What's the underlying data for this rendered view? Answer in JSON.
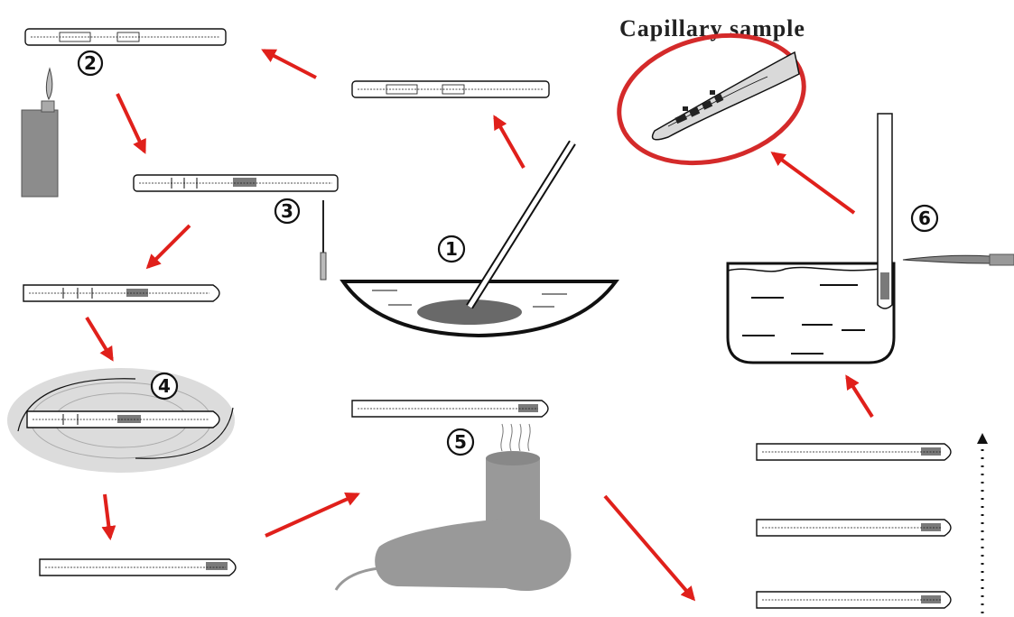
{
  "title": "Capillary sample",
  "steps": [
    "①",
    "②",
    "③",
    "④",
    "⑤",
    "⑥"
  ],
  "colors": {
    "arrow": "#e0201b",
    "highlight_ellipse": "#d42a2a",
    "lighter": "#8c8c8c",
    "dryer": "#999999",
    "spin_disk": "#dcdcdc",
    "ink": "#111111"
  },
  "icons": [
    "lighter-icon",
    "needle-icon",
    "hair-dryer-icon",
    "steam-icon",
    "mortar-bowl-icon",
    "water-beaker-icon",
    "flame-icon"
  ]
}
